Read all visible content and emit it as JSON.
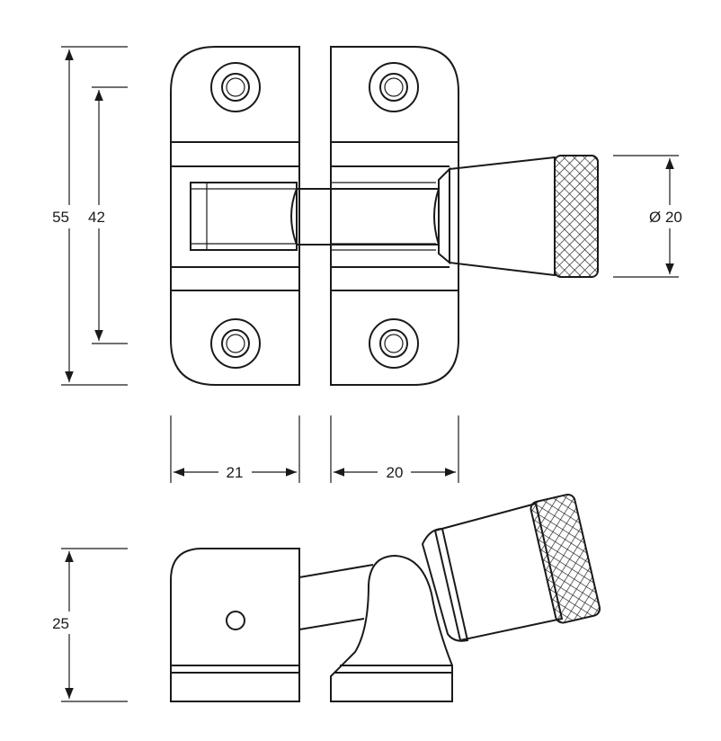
{
  "dimensions": {
    "overall_height": "55",
    "hole_spacing": "42",
    "knob_diameter": "Ø 20",
    "left_plate_width": "21",
    "right_plate_width": "20",
    "side_height": "25"
  },
  "colors": {
    "line": "#1a1a1a",
    "background": "#ffffff"
  }
}
